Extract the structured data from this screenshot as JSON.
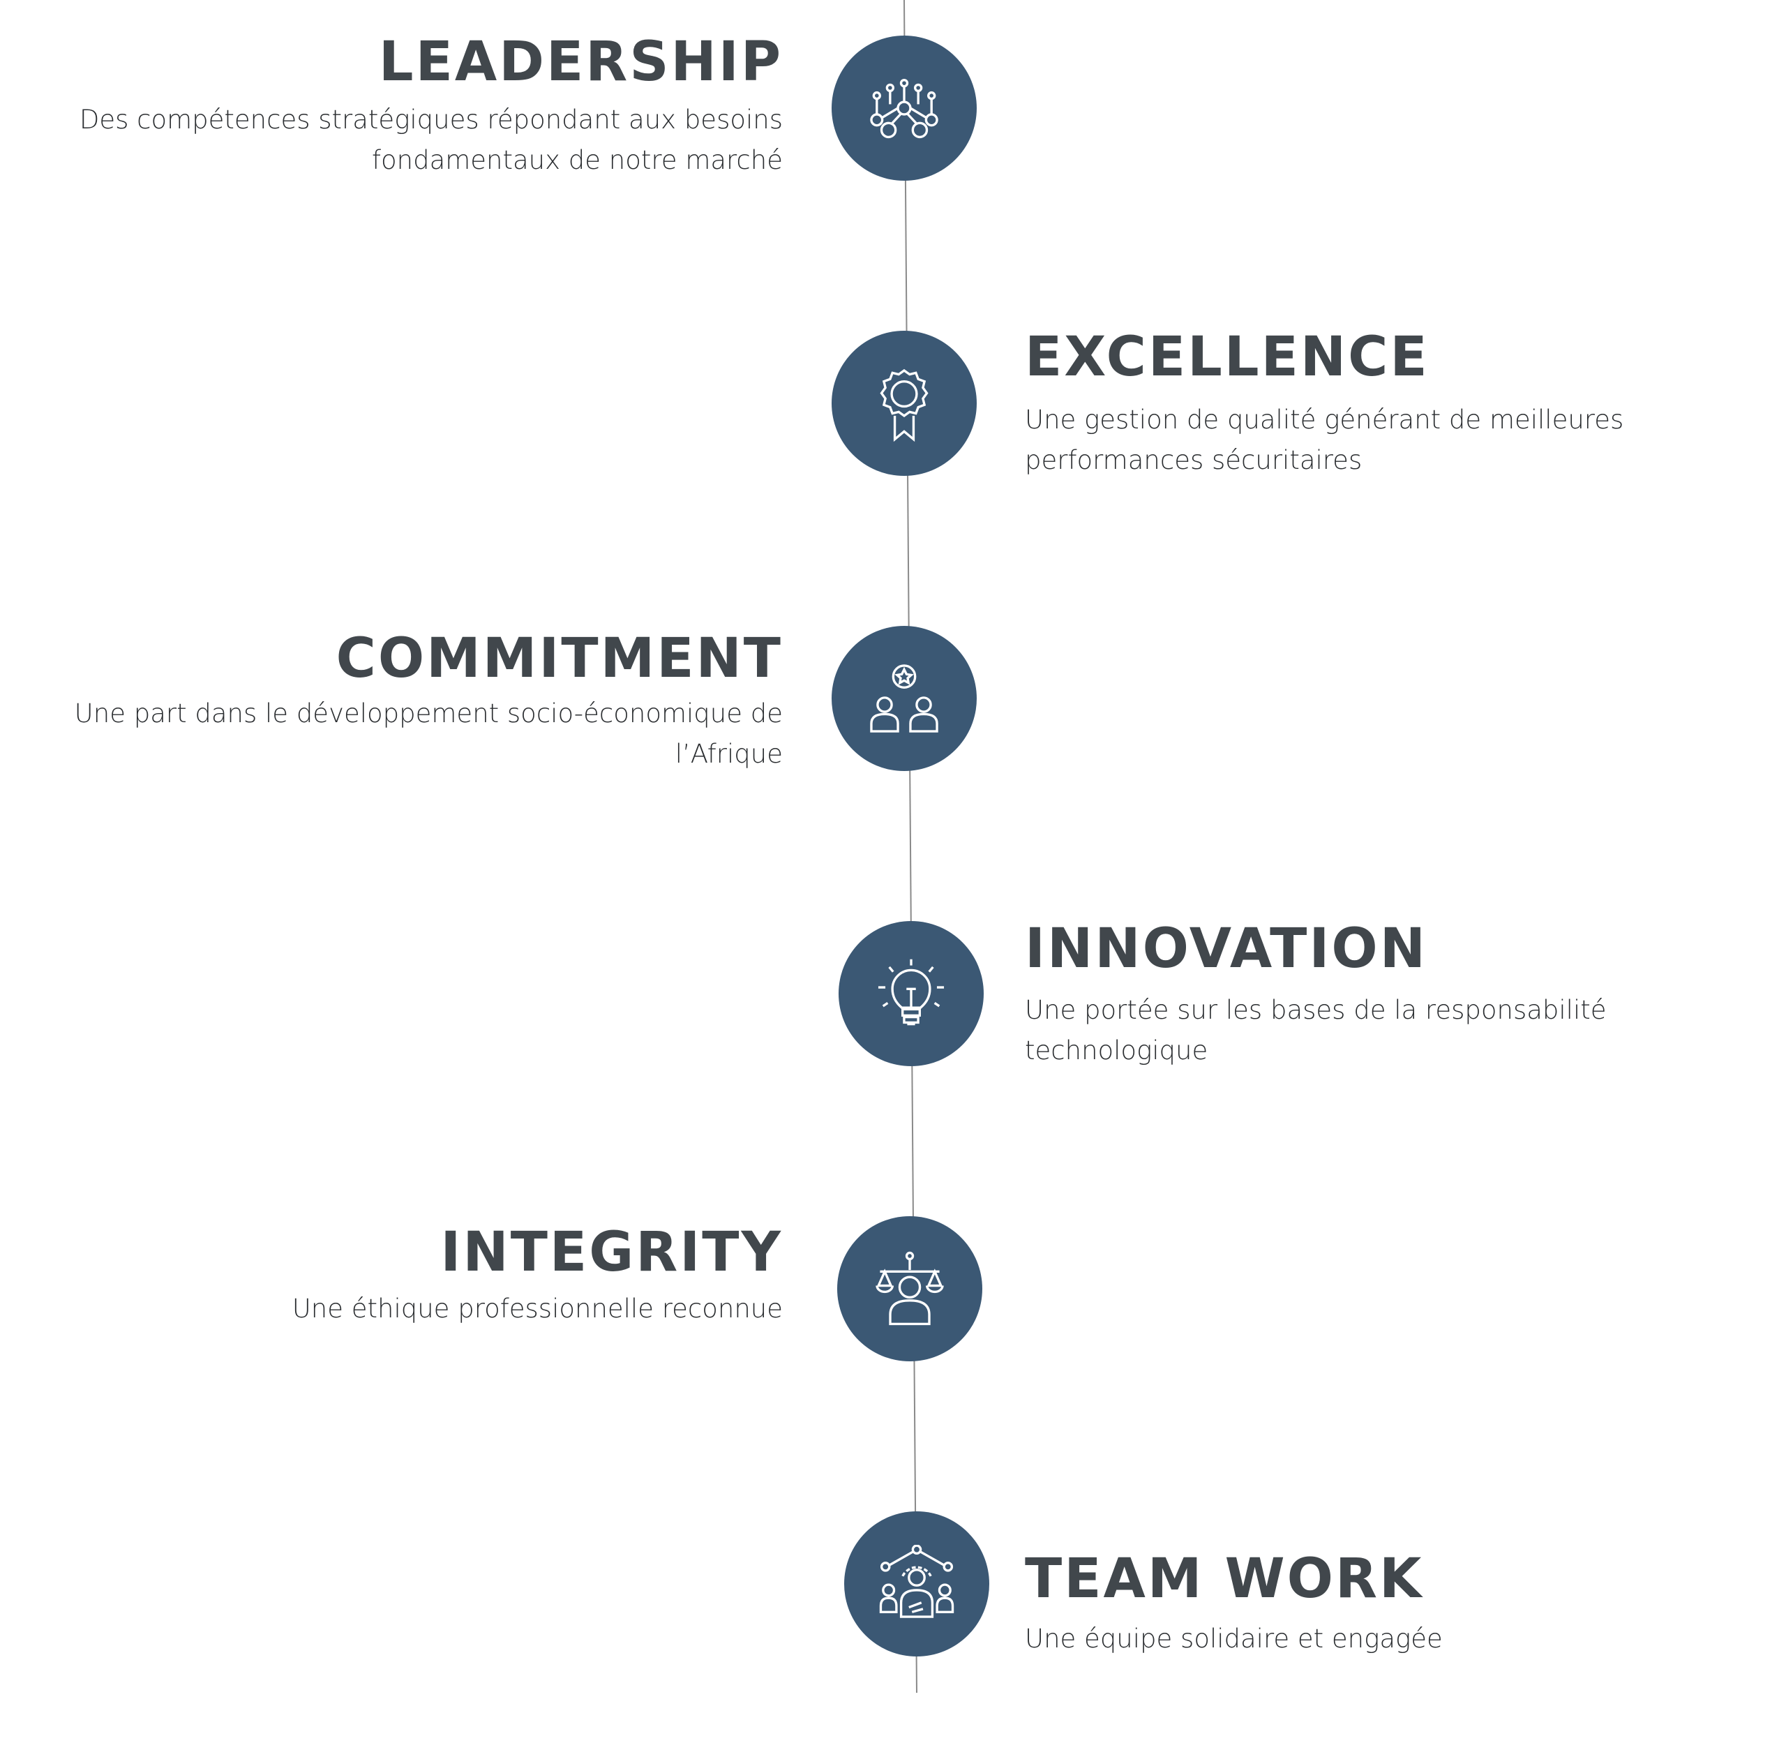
{
  "colors": {
    "node": "#3b5874",
    "title": "#41474c",
    "text": "#2a2d30",
    "line": "#8a8a8a"
  },
  "items": [
    {
      "title": "LEADERSHIP",
      "description": "Des compétences stratégiques répondant aux besoins fondamentaux de notre marché",
      "icon": "network-people-icon"
    },
    {
      "title": "EXCELLENCE",
      "description": "Une gestion de qualité générant de meilleures performances sécuritaires",
      "icon": "award-ribbon-icon"
    },
    {
      "title": "COMMITMENT",
      "description": "Une part dans le développement socio-économique de l’Afrique",
      "icon": "people-star-icon"
    },
    {
      "title": "INNOVATION",
      "description": "Une portée sur les bases de la responsabilité technologique",
      "icon": "lightbulb-icon"
    },
    {
      "title": "INTEGRITY",
      "description": "Une éthique professionnelle reconnue",
      "icon": "scales-person-icon"
    },
    {
      "title": "TEAM WORK",
      "description": "Une équipe solidaire et engagée",
      "icon": "teamwork-icon"
    }
  ]
}
